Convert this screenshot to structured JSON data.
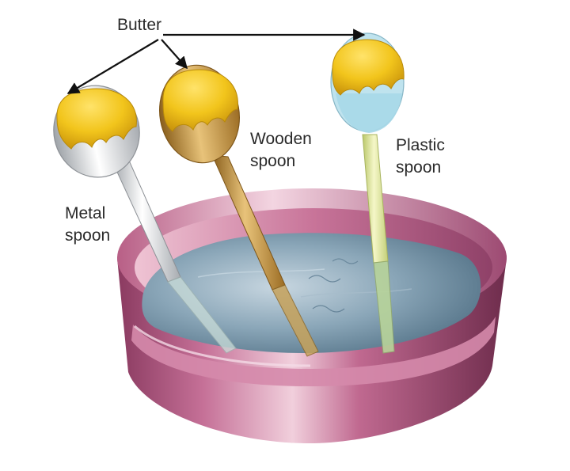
{
  "title": "Butter",
  "spoons": [
    {
      "id": "metal",
      "line1": "Metal",
      "line2": "spoon"
    },
    {
      "id": "wooden",
      "line1": "Wooden",
      "line2": "spoon"
    },
    {
      "id": "plastic",
      "line1": "Plastic",
      "line2": "spoon"
    }
  ],
  "colors": {
    "butter": "#f2c51c",
    "butter_dark": "#d29e0c",
    "bowl": "#bb6488",
    "bowl_dark": "#7e3356",
    "water": "#7f9fb3",
    "metal_spoon": "#d9d9d9",
    "wooden_spoon": "#c0923e",
    "plastic_spoon": "#d8e38a",
    "plastic_tip": "#a7d8e8",
    "arrow": "#111111"
  }
}
